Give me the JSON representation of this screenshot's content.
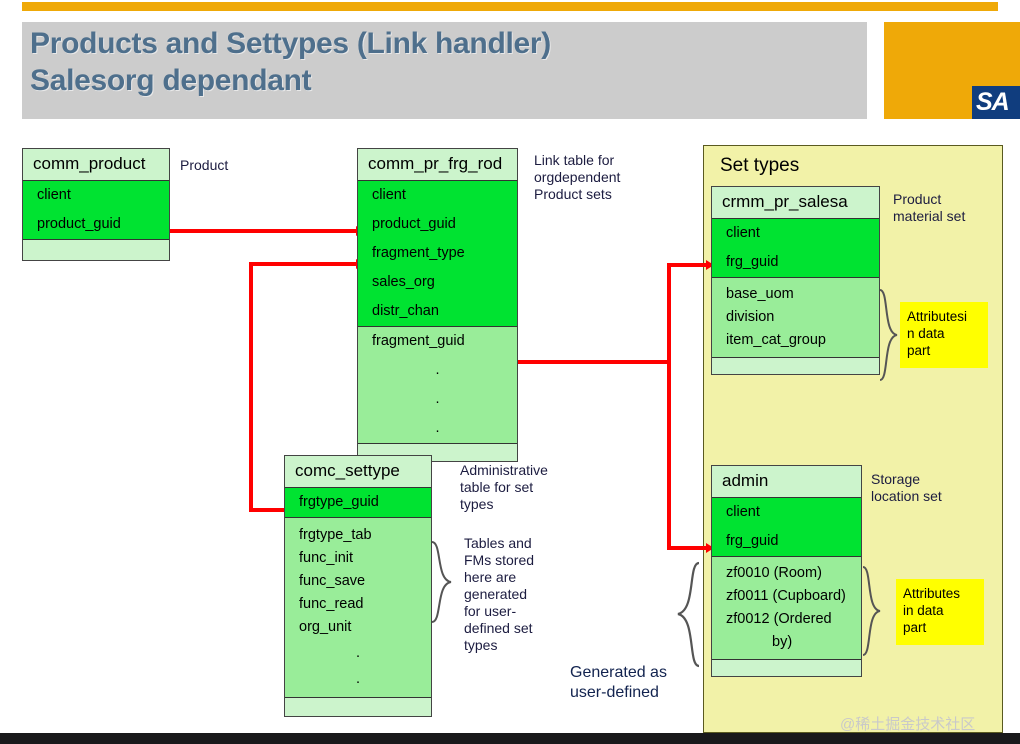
{
  "header": {
    "title_line1": "Products and Settypes (Link handler)",
    "title_line2": "Salesorg dependant",
    "logo_text": "SA",
    "accent_orange": "#EFA908",
    "band_gray": "#CCCCCC",
    "title_color": "#4E6F8C"
  },
  "footer": {
    "watermark": "@稀土掘金技术社区"
  },
  "colors": {
    "key_green": "#00E331",
    "mid_green": "#99ED99",
    "light_green": "#CCF4CC",
    "panel_yellow": "#F2F2A8",
    "label_yellow": "#FFFF00",
    "connector_red": "#FF0000"
  },
  "entities": {
    "comm_product": {
      "title": "comm_product",
      "sections": [
        {
          "style": "key",
          "fields": [
            "client",
            "product_guid"
          ]
        },
        {
          "style": "light",
          "fields": []
        }
      ]
    },
    "comm_pr_frg_rod": {
      "title": "comm_pr_frg_rod",
      "sections": [
        {
          "style": "key",
          "fields": [
            "client",
            "product_guid",
            "fragment_type",
            "sales_org",
            "distr_chan"
          ]
        },
        {
          "style": "mid",
          "fields": [
            "fragment_guid",
            ".",
            ".",
            "."
          ]
        },
        {
          "style": "light",
          "fields": []
        }
      ]
    },
    "comc_settype": {
      "title": "comc_settype",
      "sections": [
        {
          "style": "key",
          "fields": [
            "frgtype_guid"
          ]
        },
        {
          "style": "mid",
          "fields": [
            "frgtype_tab",
            "func_init",
            "func_save",
            "func_read",
            "org_unit",
            ".",
            "."
          ]
        },
        {
          "style": "light",
          "fields": []
        }
      ]
    },
    "crmm_pr_salesa": {
      "title": "crmm_pr_salesa",
      "sections": [
        {
          "style": "key",
          "fields": [
            "client",
            "frg_guid"
          ]
        },
        {
          "style": "mid",
          "fields": [
            "base_uom",
            "division",
            "item_cat_group"
          ]
        },
        {
          "style": "light",
          "fields": []
        }
      ]
    },
    "admin": {
      "title": "admin",
      "sections": [
        {
          "style": "key",
          "fields": [
            "client",
            "frg_guid"
          ]
        },
        {
          "style": "mid",
          "fields": [
            "zf0010 (Room)",
            "zf0011 (Cupboard)",
            "zf0012 (Ordered",
            "by)"
          ]
        },
        {
          "style": "light",
          "fields": []
        }
      ]
    }
  },
  "panel": {
    "set_types_title": "Set types"
  },
  "notes": {
    "product": "Product",
    "link_table": "Link table for\norgdependent\nProduct sets",
    "admin_table": "Administrative\ntable for set\ntypes",
    "tables_fms": "Tables and\nFMs stored\nhere are\ngenerated\nfor user-\ndefined set\ntypes",
    "generated_as": "Generated as\nuser-defined",
    "product_material_set": "Product\nmaterial set",
    "storage_location_set": "Storage\nlocation set"
  },
  "yellow_labels": {
    "attributes_in_data_part_top": "Attributesi\nn data\npart",
    "attributes_in_data_part_bottom": "Attributes\nin data\npart"
  }
}
